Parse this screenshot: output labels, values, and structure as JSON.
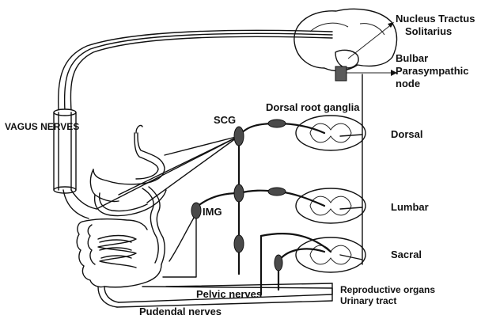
{
  "labels": {
    "nucleus_tractus": "Nucleus Tractus",
    "solitarius": "Solitarius",
    "bulbar": "Bulbar",
    "parasympathic": "Parasympathic",
    "node": "node",
    "vagus_nerves": "VAGUS NERVES",
    "scg": "SCG",
    "dorsal_root_ganglia": "Dorsal root ganglia",
    "dorsal": "Dorsal",
    "lumbar": "Lumbar",
    "sacral": "Sacral",
    "img": "IMG",
    "pelvic_nerves": "Pelvic nerves",
    "reproductive_organs": "Reproductive organs",
    "urinary_tract": "Urinary tract",
    "pudendal_nerves": "Pudendal nerves"
  },
  "colors": {
    "line": "#111111",
    "ganglion": "#4a4a4a",
    "background": "#ffffff"
  }
}
